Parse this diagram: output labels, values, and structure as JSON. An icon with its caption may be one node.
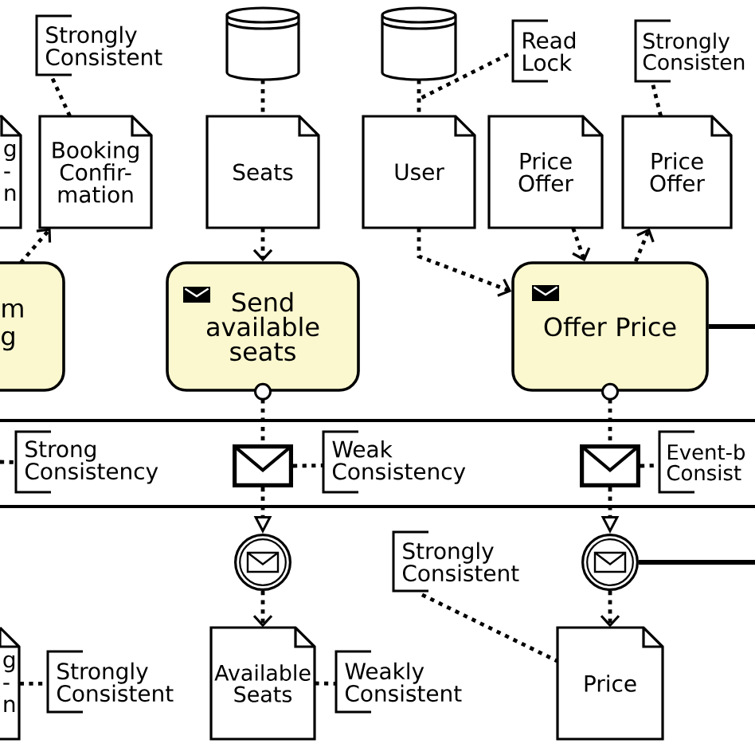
{
  "diagram": {
    "nodes": [
      {
        "text": [
          "Strongly Consistent"
        ]
      },
      {
        "text": [],
        "shape": "cylinder"
      },
      {
        "text": [],
        "shape": "cylinder"
      },
      {
        "text": [
          "Read Lock"
        ]
      },
      {
        "text": [
          "Strongly Consisten"
        ]
      },
      {
        "text": [
          "g - n"
        ]
      },
      {
        "text": [
          "Booking Confir- mation"
        ]
      },
      {
        "text": [
          "Seats"
        ]
      },
      {
        "text": [
          "User"
        ]
      },
      {
        "text": [
          "Price Offer"
        ]
      },
      {
        "text": [
          "Price Offer"
        ]
      },
      {
        "text": [
          "m g"
        ]
      },
      {
        "text": [
          "Send available seats"
        ]
      },
      {
        "text": [
          "Offer Price"
        ]
      },
      {
        "text": [],
        "shape": "band"
      },
      {
        "text": [
          "Strong Consistency"
        ],
        "in": 14
      },
      {
        "text": [],
        "shape": "envelope",
        "in": 14
      },
      {
        "text": [
          "Weak Consistency"
        ],
        "in": 14
      },
      {
        "text": [],
        "shape": "envelope",
        "in": 14
      },
      {
        "text": [
          "Event-b Consist"
        ],
        "in": 14
      },
      {
        "text": [],
        "shape": "circle"
      },
      {
        "text": [
          "Strongly Consistent"
        ]
      },
      {
        "text": [],
        "shape": "circle"
      },
      {
        "text": [
          "g - n"
        ]
      },
      {
        "text": [
          "Strongly Consistent"
        ]
      },
      {
        "text": [
          "Available Seats"
        ]
      },
      {
        "text": [
          "Weakly Consistent"
        ]
      },
      {
        "text": [
          "Price"
        ]
      }
    ],
    "edges": [
      {
        "from": 0,
        "to": 6,
        "arrow": "none",
        "style": "dashed"
      },
      {
        "from": 1,
        "to": 7,
        "arrow": "none",
        "style": "dashed"
      },
      {
        "from": 2,
        "to": 8,
        "arrow": "none",
        "style": "dashed"
      },
      {
        "from": 3,
        "to": 2,
        "arrow": "none",
        "style": "dashed"
      },
      {
        "from": 4,
        "to": 10,
        "arrow": "none",
        "style": "dashed"
      },
      {
        "from": 11,
        "to": 6,
        "arrow": "to",
        "style": "dashed"
      },
      {
        "from": 7,
        "to": 12,
        "arrow": "to",
        "style": "dashed"
      },
      {
        "from": 8,
        "to": 13,
        "arrow": "to",
        "style": "dashed"
      },
      {
        "from": 9,
        "to": 13,
        "arrow": "to",
        "style": "dashed"
      },
      {
        "from": 13,
        "to": 10,
        "arrow": "to",
        "style": "dashed"
      },
      {
        "from": 13,
        "to": null,
        "arrow": "none"
      },
      {
        "from": null,
        "to": 15,
        "arrow": "none",
        "style": "dashed"
      },
      {
        "from": 12,
        "to": 16,
        "arrow": "other",
        "style": "dashed"
      },
      {
        "from": 16,
        "to": 20,
        "arrow": "to",
        "style": "dashed"
      },
      {
        "from": 16,
        "to": 17,
        "arrow": "none",
        "style": "dashed"
      },
      {
        "from": 13,
        "to": 18,
        "arrow": "other",
        "style": "dashed"
      },
      {
        "from": 18,
        "to": 22,
        "arrow": "to",
        "style": "dashed"
      },
      {
        "from": 18,
        "to": 19,
        "arrow": "none",
        "style": "dashed"
      },
      {
        "from": 20,
        "to": 25,
        "arrow": "to",
        "style": "dashed"
      },
      {
        "from": 22,
        "to": 27,
        "arrow": "to",
        "style": "dashed"
      },
      {
        "from": 22,
        "to": null,
        "arrow": "none"
      },
      {
        "from": 21,
        "to": 27,
        "arrow": "none",
        "style": "dashed"
      },
      {
        "from": 23,
        "to": 24,
        "arrow": "none",
        "style": "dashed"
      },
      {
        "from": 25,
        "to": 26,
        "arrow": "none",
        "style": "dashed"
      }
    ]
  }
}
